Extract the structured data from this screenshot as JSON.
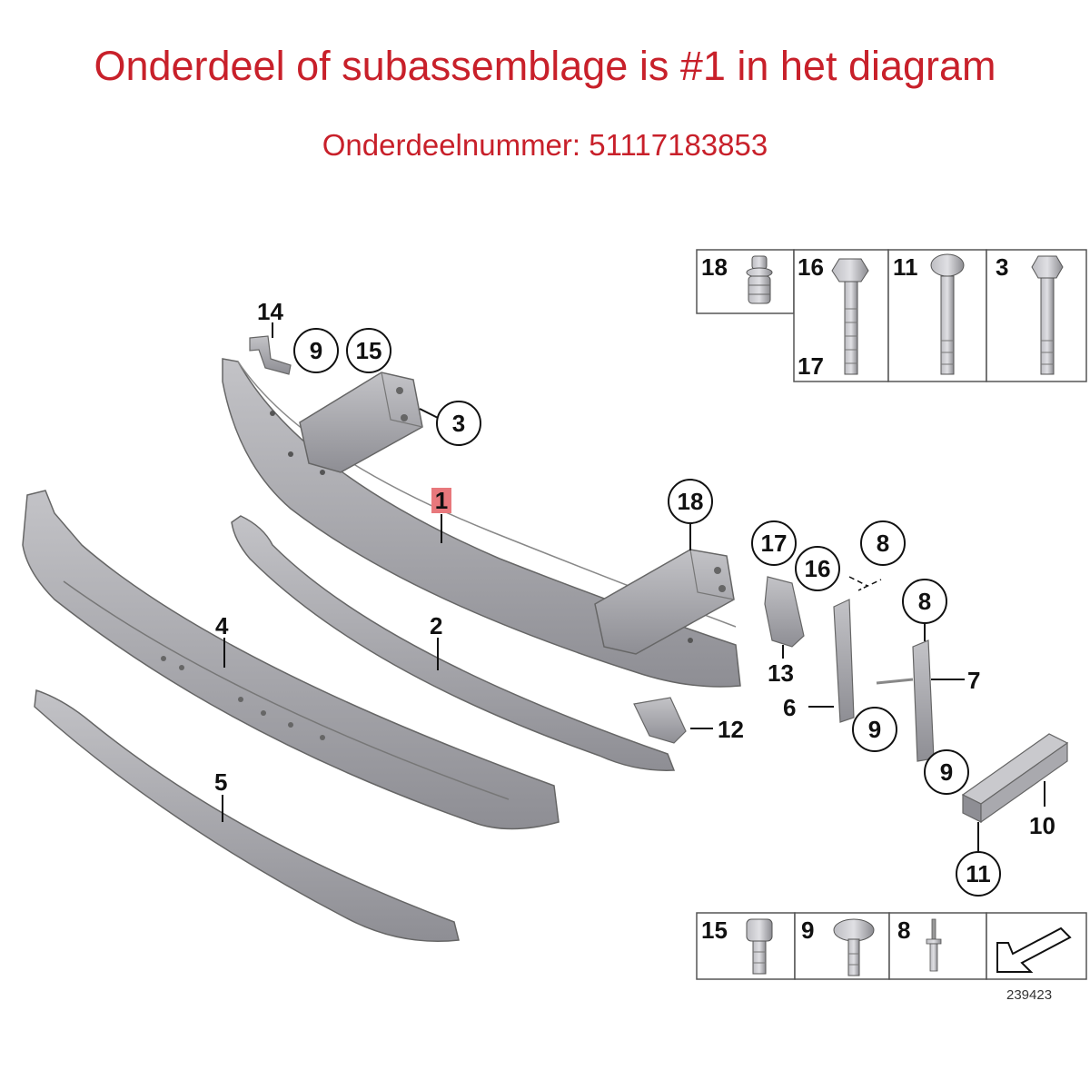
{
  "header": {
    "title": "Onderdeel of subassemblage is #1 in het diagram",
    "part_number_text": "Onderdeelnummer: 51117183853"
  },
  "callouts": {
    "c1": "1",
    "c2": "2",
    "c3": "3",
    "c4": "4",
    "c5": "5",
    "c6": "6",
    "c7": "7",
    "c8a": "8",
    "c8b": "8",
    "c9a": "9",
    "c9b": "9",
    "c9c": "9",
    "c10": "10",
    "c11": "11",
    "c12": "12",
    "c13": "13",
    "c14": "14",
    "c15": "15",
    "c16": "16",
    "c17": "17",
    "c18": "18"
  },
  "fastener_table_top": {
    "cells": [
      "18",
      "16",
      "17",
      "11",
      "3"
    ]
  },
  "fastener_table_bottom": {
    "cells": [
      "15",
      "9",
      "8"
    ]
  },
  "figure_number": "239423",
  "colors": {
    "title": "#c8202a",
    "highlight": "#e8787c",
    "part": "#a8a8ad"
  },
  "icons": [
    "arrow-icon",
    "push-clip-icon",
    "bolt-icon",
    "rivet-icon"
  ]
}
